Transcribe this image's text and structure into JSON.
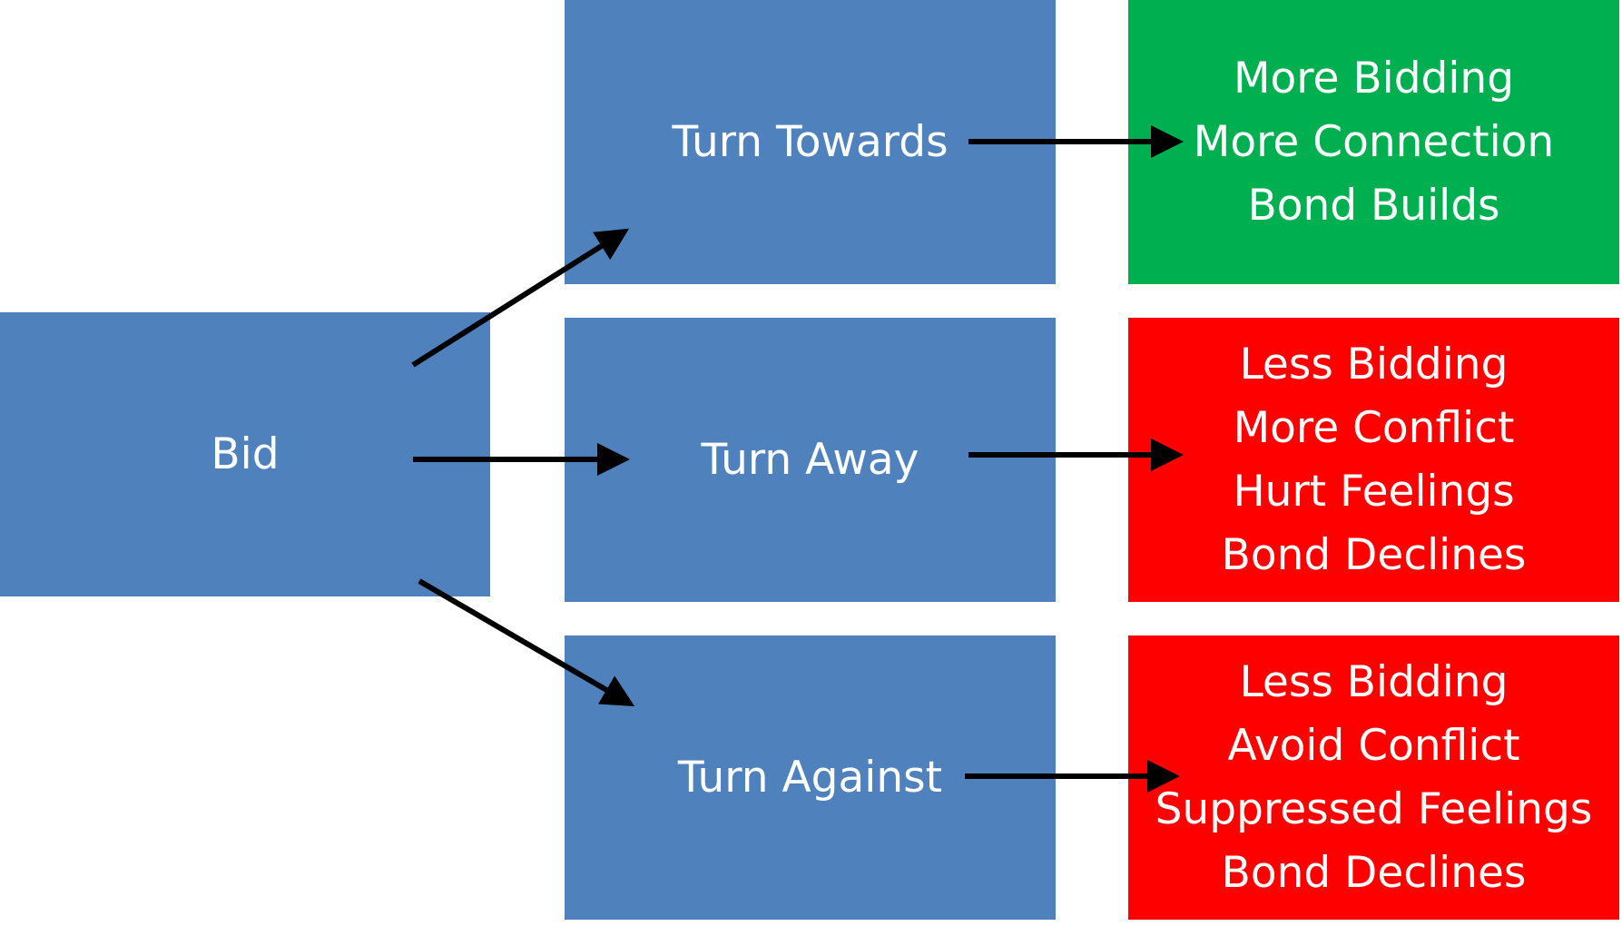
{
  "colors": {
    "step_box": "#4f81bd",
    "positive_outcome": "#00b050",
    "negative_outcome": "#ff0000",
    "text": "#ffffff",
    "arrow": "#000000"
  },
  "source": {
    "label": "Bid"
  },
  "responses": [
    {
      "label": "Turn Towards"
    },
    {
      "label": "Turn Away"
    },
    {
      "label": "Turn Against"
    }
  ],
  "outcomes": [
    {
      "lines": [
        "More Bidding",
        "More Connection",
        "Bond Builds"
      ]
    },
    {
      "lines": [
        "Less Bidding",
        "More Conflict",
        "Hurt Feelings",
        "Bond Declines"
      ]
    },
    {
      "lines": [
        "Less Bidding",
        "Avoid Conflict",
        "Suppressed Feelings",
        "Bond Declines"
      ]
    }
  ]
}
